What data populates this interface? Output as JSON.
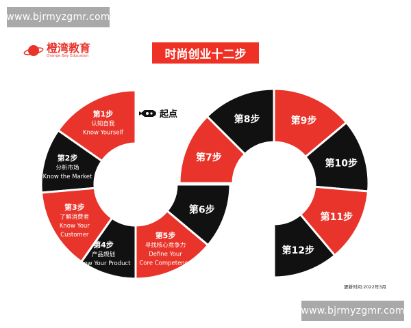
{
  "watermark": "www.bjrmyzgmr.com",
  "logo": {
    "name": "橙湾教育",
    "subtitle": "Orange Bay Education"
  },
  "title": "时尚创业十二步",
  "start_label": "起点",
  "start_icon": "rocket-icon",
  "update_time": "更新时间:2022年3月",
  "colors": {
    "red": "#e8342a",
    "black": "#111111"
  },
  "steps": [
    {
      "title": "第1步",
      "cn": "认知自我",
      "en": [
        "Know Yourself"
      ],
      "color": "red"
    },
    {
      "title": "第2步",
      "cn": "分析市场",
      "en": [
        "Know the Market"
      ],
      "color": "black"
    },
    {
      "title": "第3步",
      "cn": "了解消费者",
      "en": [
        "Know Your",
        "Customer"
      ],
      "color": "red"
    },
    {
      "title": "第4步",
      "cn": "产品规划",
      "en": [
        "Know Your Product"
      ],
      "color": "black"
    },
    {
      "title": "第5步",
      "cn": "寻找核心竞争力",
      "en": [
        "Define Your",
        "Core Competence"
      ],
      "color": "red"
    },
    {
      "title": "第6步",
      "color": "black"
    },
    {
      "title": "第7步",
      "color": "red"
    },
    {
      "title": "第8步",
      "color": "black"
    },
    {
      "title": "第9步",
      "color": "red"
    },
    {
      "title": "第10步",
      "color": "black"
    },
    {
      "title": "第11步",
      "color": "red"
    },
    {
      "title": "第12步",
      "color": "black"
    }
  ]
}
